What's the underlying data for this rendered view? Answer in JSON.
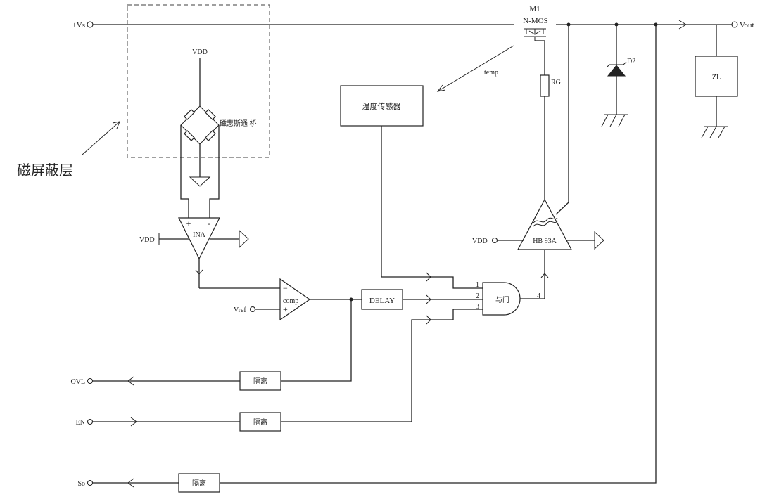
{
  "labels": {
    "vs": "+Vs",
    "vout": "Vout",
    "m1": "M1",
    "nmos": "N-MOS",
    "temp": "temp",
    "rg": "RG",
    "d2": "D2",
    "zl": "ZL",
    "vdd_bridge": "VDD",
    "bridge": "磁惠斯通 桥",
    "shield": "磁屏蔽层",
    "ina_plus": "+",
    "ina_minus": "-",
    "ina": "INA",
    "vdd_ina": "VDD",
    "temp_sensor": "温度传感器",
    "comp": "comp",
    "comp_minus": "−",
    "comp_plus": "+",
    "vref": "Vref",
    "delay": "DELAY",
    "and_gate": "与门",
    "pin1": "1",
    "pin2": "2",
    "pin3": "3",
    "pin4": "4",
    "hb93a": "HB 93A",
    "vdd_driver": "VDD",
    "ovl": "OVL",
    "en": "EN",
    "so": "So",
    "iso_ovl": "隔离",
    "iso_en": "隔离",
    "iso_so": "隔离"
  }
}
